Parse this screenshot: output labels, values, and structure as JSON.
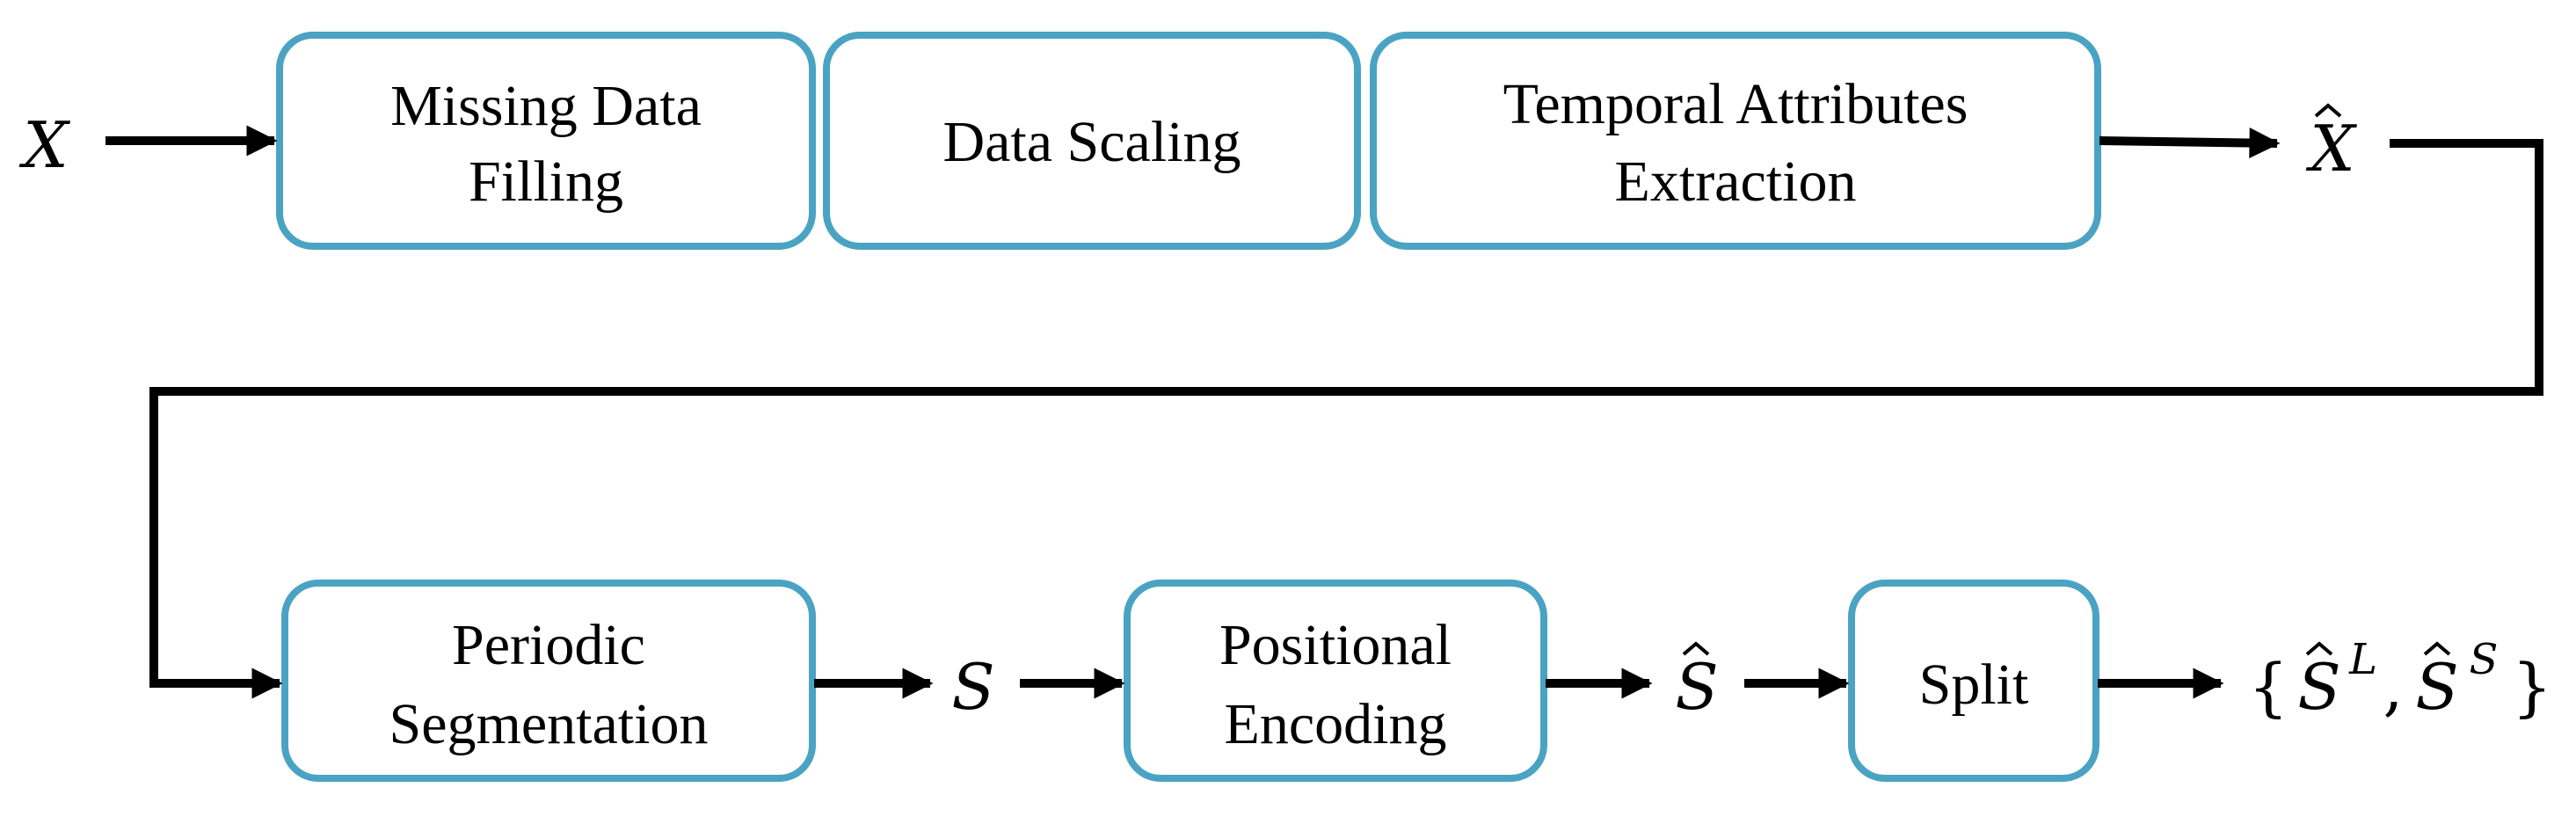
{
  "colors": {
    "box_border": "#4ba3c3",
    "line": "#000000",
    "text": "#000000"
  },
  "symbols": {
    "input": "X",
    "x_hat": "X",
    "s": "S",
    "s_hat": "S",
    "output": {
      "open": "{",
      "s1": "S",
      "sup1": "L",
      "comma": ",",
      "s2": "S",
      "sup2": "S",
      "close": "}"
    }
  },
  "blocks": {
    "missing_data_filling": {
      "line1": "Missing Data",
      "line2": "Filling"
    },
    "data_scaling": {
      "line1": "Data Scaling"
    },
    "temporal_attributes_extraction": {
      "line1": "Temporal Attributes",
      "line2": "Extraction"
    },
    "periodic_segmentation": {
      "line1": "Periodic",
      "line2": "Segmentation"
    },
    "positional_encoding": {
      "line1": "Positional",
      "line2": "Encoding"
    },
    "split": {
      "line1": "Split"
    }
  }
}
